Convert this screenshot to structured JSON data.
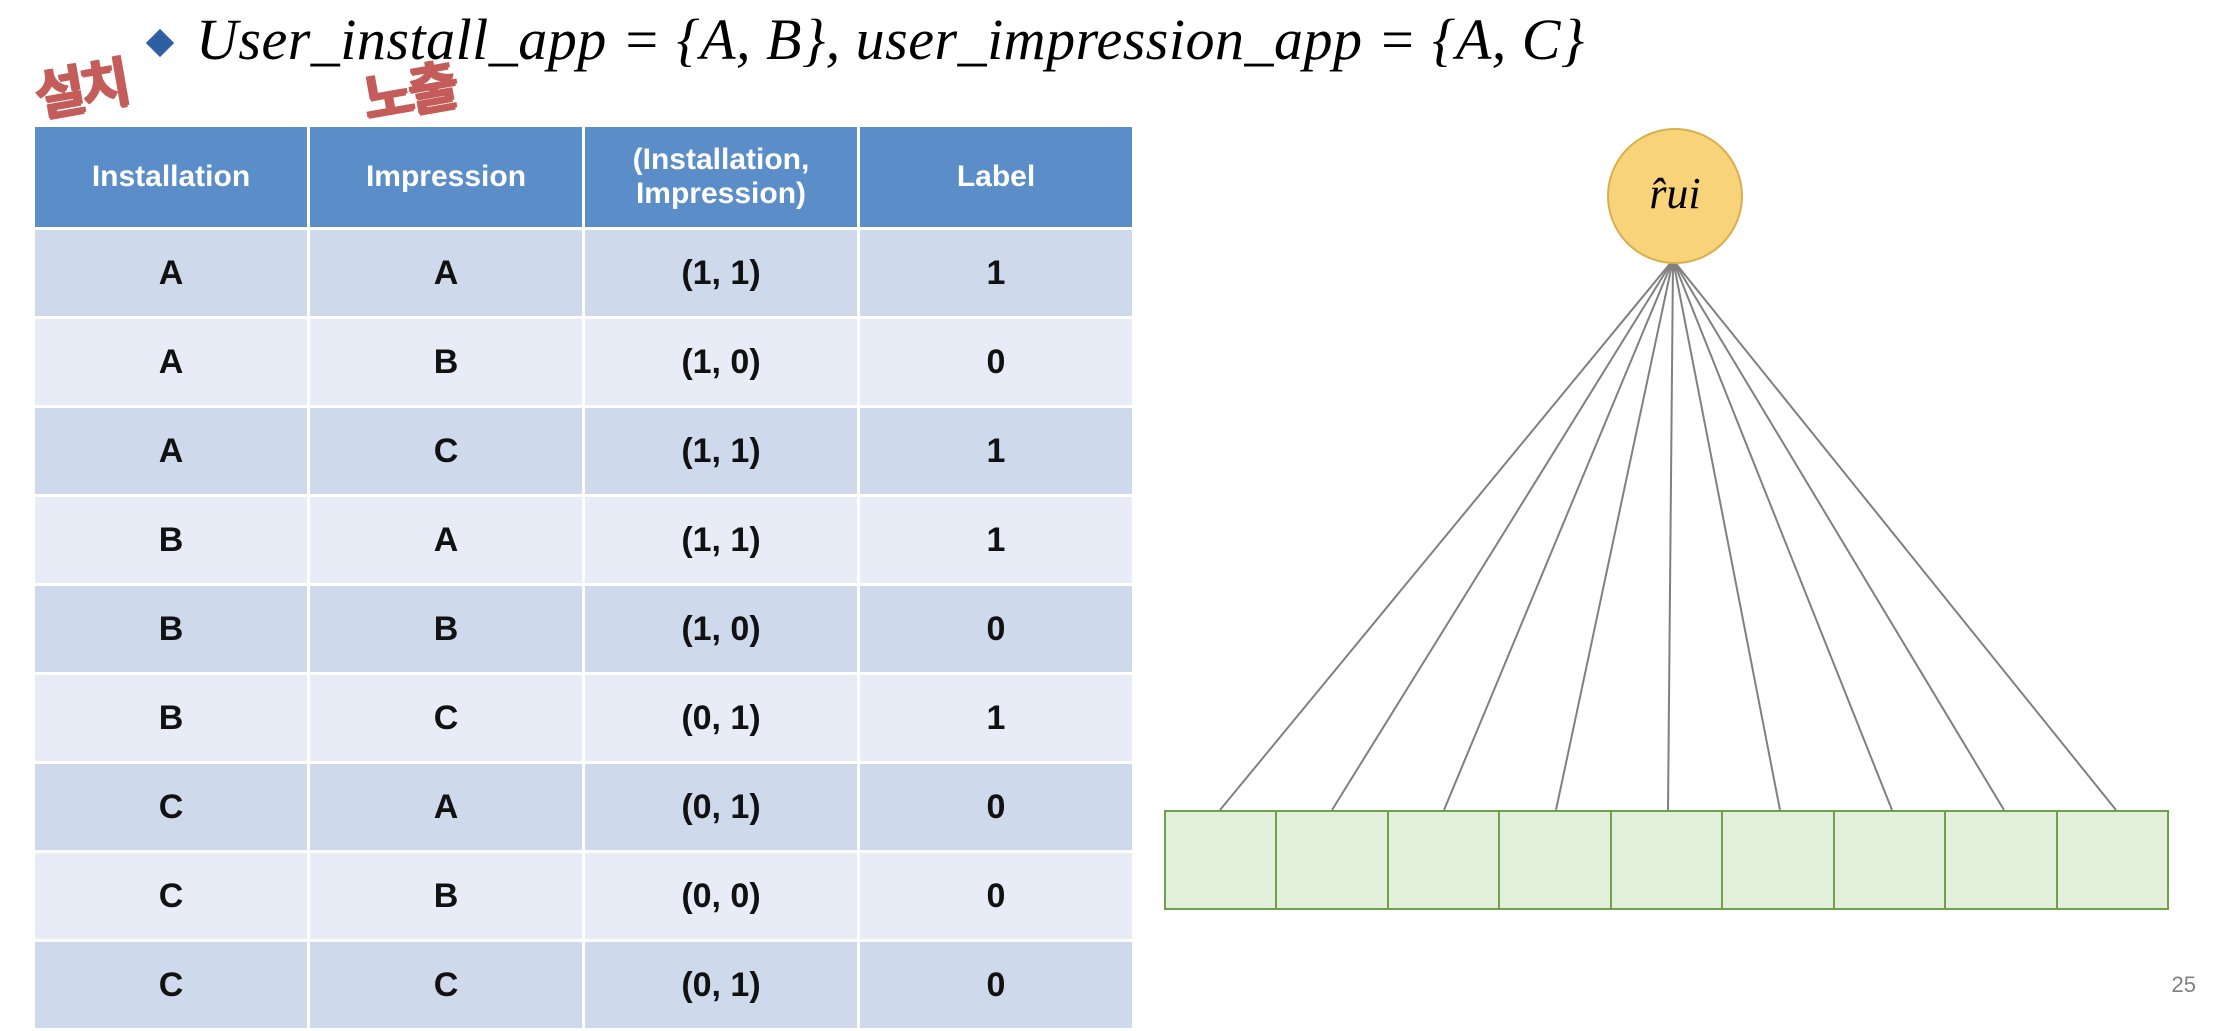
{
  "slide": {
    "bullet_icon": "diamond-bullet-icon",
    "title": "User_install_app = {A, B}, user_impression_app = {A, C}",
    "page_number": "25"
  },
  "annotations": [
    {
      "name": "ink-note-installation",
      "text": "설치"
    },
    {
      "name": "ink-note-impression",
      "text": "노출"
    }
  ],
  "table": {
    "headers": [
      "Installation",
      "Impression",
      "(Installation, Impression)",
      "Label"
    ],
    "rows": [
      [
        "A",
        "A",
        "(1, 1)",
        "1"
      ],
      [
        "A",
        "B",
        "(1, 0)",
        "0"
      ],
      [
        "A",
        "C",
        "(1, 1)",
        "1"
      ],
      [
        "B",
        "A",
        "(1, 1)",
        "1"
      ],
      [
        "B",
        "B",
        "(1, 0)",
        "0"
      ],
      [
        "B",
        "C",
        "(0, 1)",
        "1"
      ],
      [
        "C",
        "A",
        "(0, 1)",
        "0"
      ],
      [
        "C",
        "B",
        "(0, 0)",
        "0"
      ],
      [
        "C",
        "C",
        "(0, 1)",
        "0"
      ]
    ]
  },
  "diagram": {
    "node_label": "r̂ui",
    "embedding_cells": 9,
    "fan_line_count": 9,
    "colors": {
      "header": "#5B8DC8",
      "row_odd": "#CFD9EC",
      "row_even": "#E7ECF6",
      "node_fill": "#F8D37A",
      "node_stroke": "#D9AE4E",
      "cell_fill": "#E2EFDA",
      "cell_stroke": "#6FA14A",
      "ink": "#C0504D",
      "bullet": "#2E5FA3"
    }
  }
}
